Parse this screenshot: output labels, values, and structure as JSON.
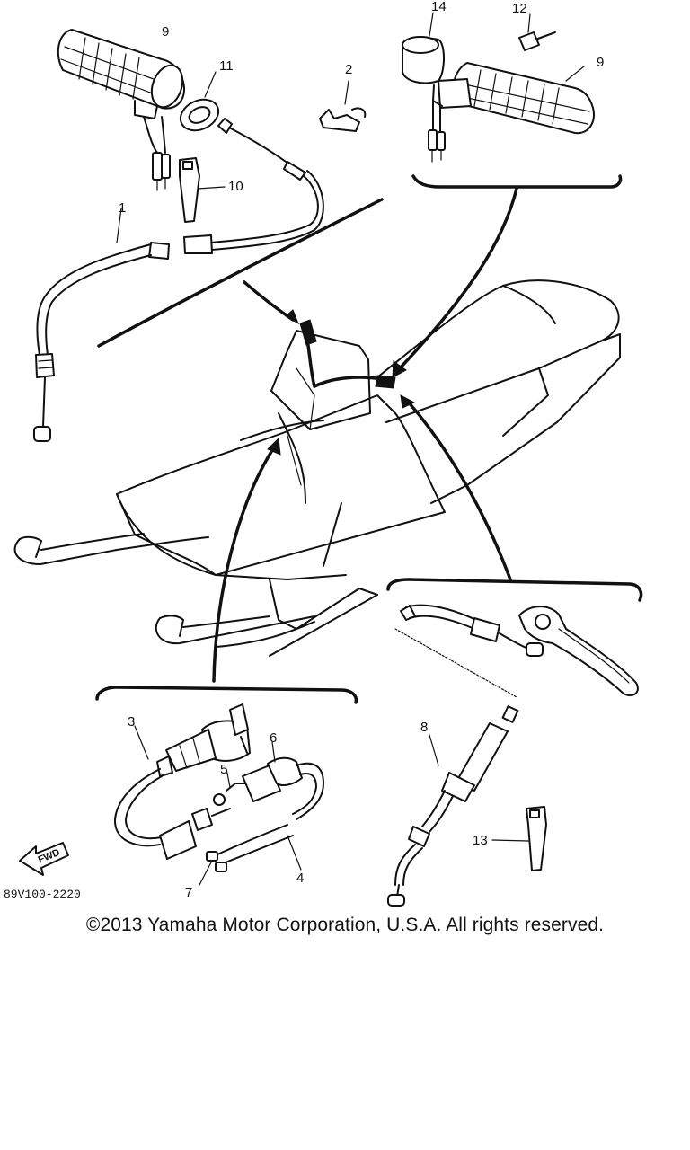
{
  "diagram": {
    "callouts": {
      "c1": "1",
      "c2": "2",
      "c3": "3",
      "c4": "4",
      "c5": "5",
      "c6": "6",
      "c7": "7",
      "c8": "8",
      "c9_left": "9",
      "c9_right": "9",
      "c10": "10",
      "c11": "11",
      "c12": "12",
      "c13": "13",
      "c14": "14"
    },
    "fwd_label": "FWD",
    "drawing_code": "89V100-2220"
  },
  "footer": {
    "copyright": "©2013 Yamaha Motor Corporation, U.S.A. All rights reserved."
  }
}
